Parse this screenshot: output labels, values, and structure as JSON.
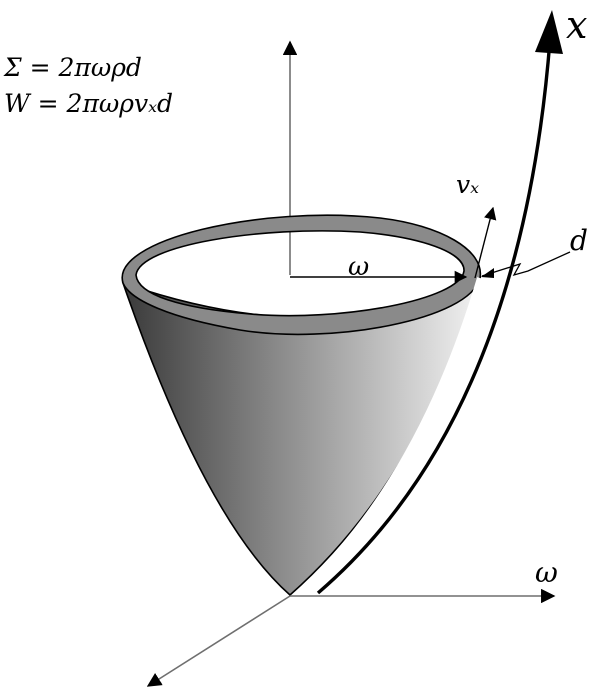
{
  "formulas": {
    "sigma": "Σ = 2πωρd",
    "work": "W = 2πωρvₓd"
  },
  "labels": {
    "x_axis": "x",
    "velocity": "vₓ",
    "thickness": "d",
    "omega_radius": "ω",
    "omega_axis": "ω"
  },
  "colors": {
    "rim": "#8a8a8a",
    "cone_dark": "#3a3a3a",
    "cone_light": "#f2f2f2"
  }
}
